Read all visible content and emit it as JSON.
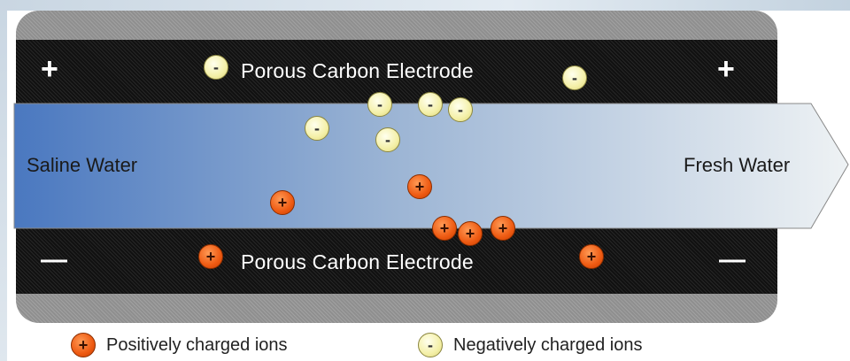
{
  "electrodes": {
    "top_label": "Porous Carbon Electrode",
    "bottom_label": "Porous Carbon Electrode",
    "top_sign": "+",
    "bottom_sign": "—"
  },
  "flow": {
    "inlet_label": "Saline Water",
    "outlet_label": "Fresh Water",
    "gradient_start": "#4a78c0",
    "gradient_end": "#eef2f4"
  },
  "ions": {
    "positive_symbol": "+",
    "negative_symbol": "-",
    "positive_color": "#ee5a12",
    "negative_color": "#f4f0a8"
  },
  "legend": {
    "positive_label": "Positively charged ions",
    "negative_label": "Negatively charged ions"
  },
  "electrode_color": "#111111",
  "casing_color": "#8f8f8f"
}
